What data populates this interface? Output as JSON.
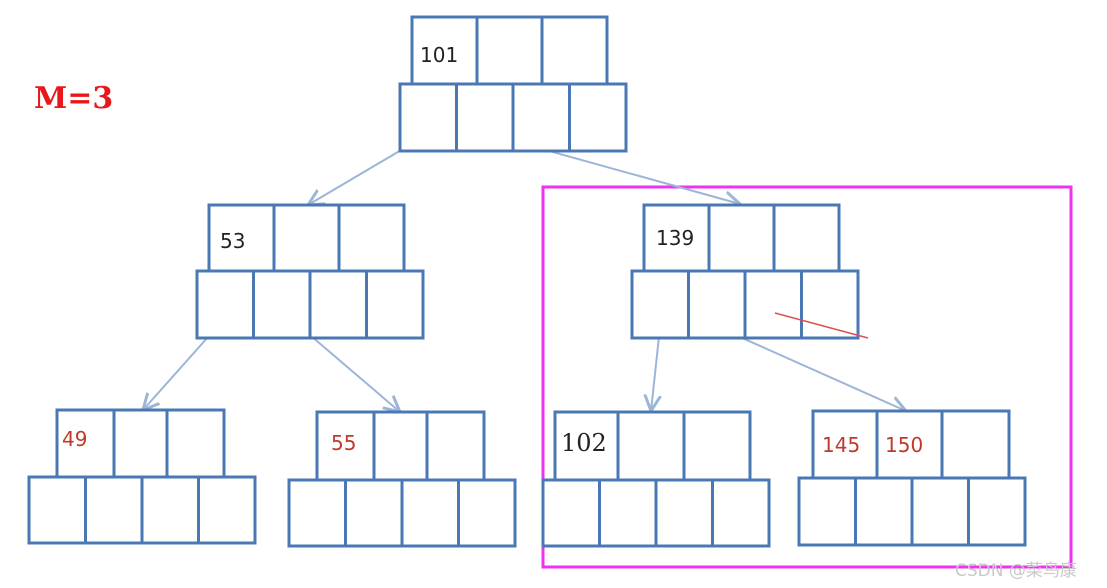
{
  "diagram": {
    "order_label": "M=3",
    "colors": {
      "cell_stroke": "#4a78b5",
      "edge": "#9db5d8",
      "key_default": "#222222",
      "key_red": "#c0392b",
      "order_label": "#e8181a",
      "highlight_box": "#ee33ee",
      "mark_line": "#e05050"
    },
    "nodes": [
      {
        "id": "root",
        "keys": [
          "101",
          "",
          ""
        ],
        "key_color": "default"
      },
      {
        "id": "left",
        "keys": [
          "53",
          "",
          ""
        ],
        "key_color": "default"
      },
      {
        "id": "right",
        "keys": [
          "139",
          "",
          ""
        ],
        "key_color": "default"
      },
      {
        "id": "leaf1",
        "keys": [
          "49",
          "",
          ""
        ],
        "key_color": "red"
      },
      {
        "id": "leaf2",
        "keys": [
          "55",
          "",
          ""
        ],
        "key_color": "red"
      },
      {
        "id": "leaf3",
        "keys": [
          "102",
          "",
          ""
        ],
        "key_color": "default"
      },
      {
        "id": "leaf4",
        "keys": [
          "145",
          "150",
          ""
        ],
        "key_color": "red"
      }
    ],
    "edges": [
      {
        "from": "root",
        "to": "left"
      },
      {
        "from": "root",
        "to": "right"
      },
      {
        "from": "left",
        "to": "leaf1"
      },
      {
        "from": "left",
        "to": "leaf2"
      },
      {
        "from": "right",
        "to": "leaf3"
      },
      {
        "from": "right",
        "to": "leaf4"
      }
    ],
    "highlight": "right subtree",
    "watermark": "CSDN @菜鸟康"
  }
}
